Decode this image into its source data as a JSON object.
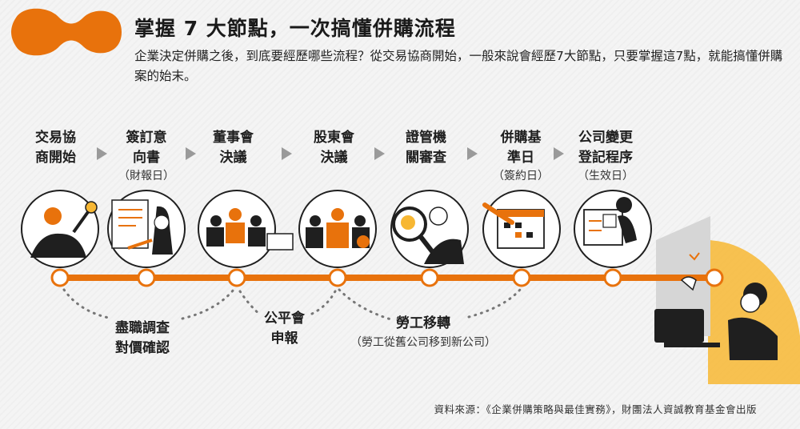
{
  "header": {
    "title": "掌握 7 大節點，一次搞懂併購流程",
    "intro": "企業決定併購之後，到底要經歷哪些流程？從交易協商開始，一般來說會經歷7大節點，只要掌握這7點，就能搞懂併購案的始末。"
  },
  "steps": [
    {
      "line1": "交易協",
      "line2": "商開始",
      "note": ""
    },
    {
      "line1": "簽訂意",
      "line2": "向書",
      "note": "（財報日）"
    },
    {
      "line1": "董事會",
      "line2": "決議",
      "note": ""
    },
    {
      "line1": "股東會",
      "line2": "決議",
      "note": ""
    },
    {
      "line1": "證管機",
      "line2": "關審查",
      "note": ""
    },
    {
      "line1": "併購基",
      "line2": "準日",
      "note": "（簽約日）"
    },
    {
      "line1": "公司變更",
      "line2": "登記程序",
      "note": "（生效日）"
    }
  ],
  "side_steps": [
    {
      "line1": "盡職調查",
      "line2": "對價確認",
      "note": ""
    },
    {
      "line1": "公平會",
      "line2": "申報",
      "note": ""
    },
    {
      "line1": "勞工移轉",
      "line2": "",
      "note": "（勞工從舊公司移到新公司）"
    }
  ],
  "footer": {
    "source": "資料來源：《企業併購策略與最佳實務》，財團法人資誠教育基金會出版"
  },
  "colors": {
    "accent": "#e8720c",
    "accent_light": "#f7b733",
    "ink": "#1f1f1f",
    "arrow": "#9a9a9a"
  }
}
